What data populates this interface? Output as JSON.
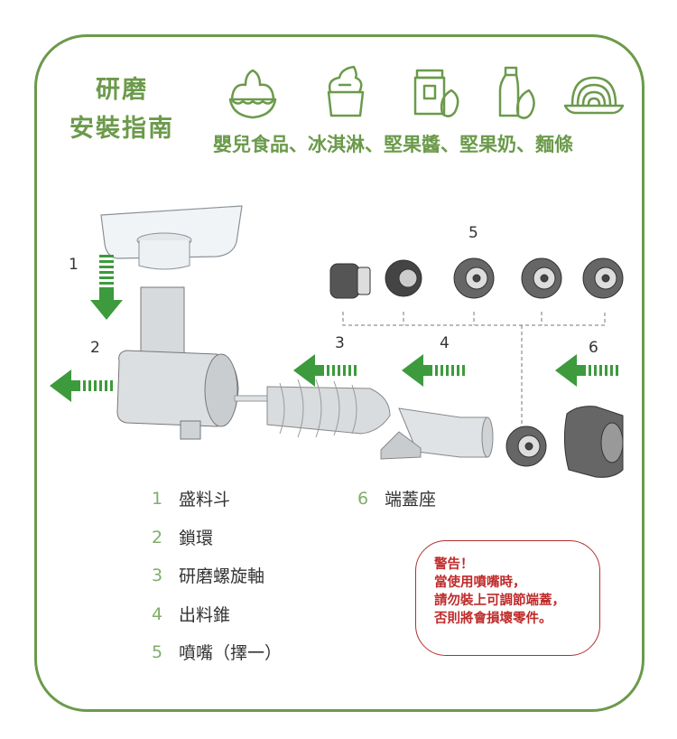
{
  "title": {
    "line1": "研磨",
    "line2": "安裝指南"
  },
  "subtitle": "嬰兒食品、冰淇淋、堅果醬、堅果奶、麵條",
  "icons": [
    "shaved-ice-bowl-icon",
    "ice-cream-cup-icon",
    "nut-butter-jar-icon",
    "nut-milk-bottle-icon",
    "noodle-plate-icon"
  ],
  "colors": {
    "brand_green": "#6b9a4b",
    "arrow_green": "#3d9a3d",
    "warning_red": "#c02a2a"
  },
  "callouts": {
    "n1": "1",
    "n2": "2",
    "n3": "3",
    "n4": "4",
    "n5": "5",
    "n6": "6"
  },
  "legend": [
    {
      "num": "1",
      "label": "盛料斗"
    },
    {
      "num": "2",
      "label": "鎖環"
    },
    {
      "num": "3",
      "label": "研磨螺旋軸"
    },
    {
      "num": "4",
      "label": "出料錐"
    },
    {
      "num": "5",
      "label": "噴嘴（擇一）"
    },
    {
      "num": "6",
      "label": "端蓋座"
    }
  ],
  "warning": {
    "line1": "警告！",
    "line2": "當使用噴嘴時，",
    "line3": "請勿裝上可調節端蓋，",
    "line4": "否則將會損壞零件。"
  }
}
